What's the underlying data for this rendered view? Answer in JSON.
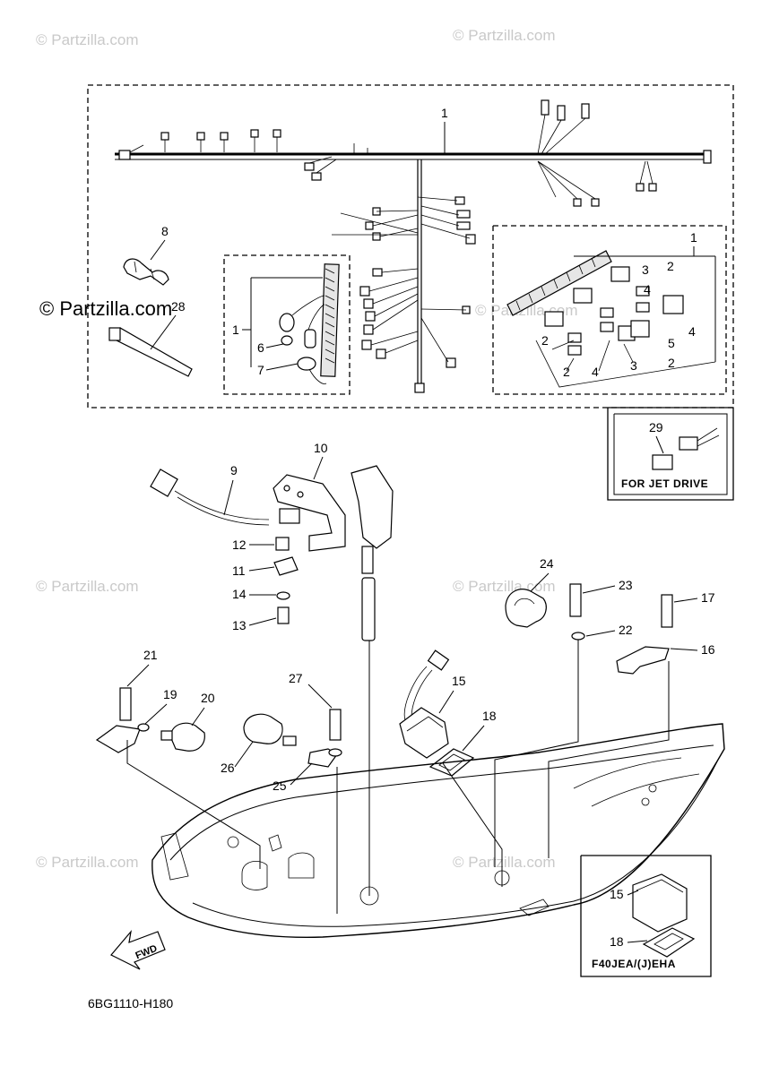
{
  "watermark": {
    "text": "© Partzilla.com",
    "text_small": "Partzilla.com"
  },
  "callouts": {
    "n1": "1",
    "n2": "2",
    "n3": "3",
    "n4": "4",
    "n5": "5",
    "n6": "6",
    "n7": "7",
    "n8": "8",
    "n9": "9",
    "n10": "10",
    "n11": "11",
    "n12": "12",
    "n13": "13",
    "n14": "14",
    "n15": "15",
    "n16": "16",
    "n17": "17",
    "n18": "18",
    "n19": "19",
    "n20": "20",
    "n21": "21",
    "n22": "22",
    "n23": "23",
    "n24": "24",
    "n25": "25",
    "n26": "26",
    "n27": "27",
    "n28": "28",
    "n29": "29"
  },
  "boxes": {
    "jet_drive": "FOR JET DRIVE",
    "f40": "F40JEA/(J)EHA"
  },
  "fwd_label": "FWD",
  "diagram_code": "6BG1110-H180"
}
